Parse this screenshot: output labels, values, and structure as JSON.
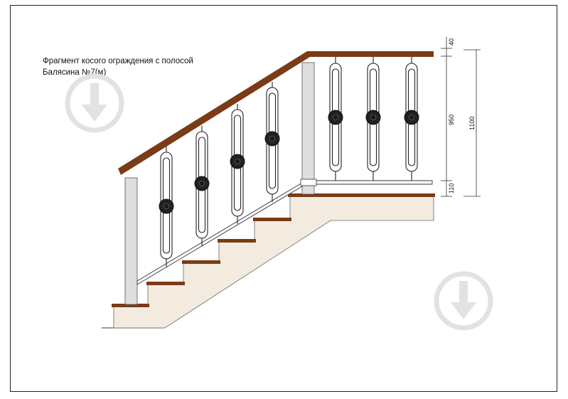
{
  "caption": {
    "line1": "Фрагмент косого ограждения с полосой",
    "line2": "Балясина №7(м)"
  },
  "dimensions": {
    "top_rail": "40",
    "baluster_height": "950",
    "total_height": "1100",
    "bottom_bar": "110"
  },
  "colors": {
    "handrail": "#7a3b17",
    "tread": "#7a3b17",
    "stair_body": "#f3ebe0",
    "post": "#dedede",
    "ornament": "#1a1a1a",
    "watermark": "#e2e2e2"
  },
  "icons": [
    "download-watermark-icon",
    "download-watermark-icon"
  ]
}
